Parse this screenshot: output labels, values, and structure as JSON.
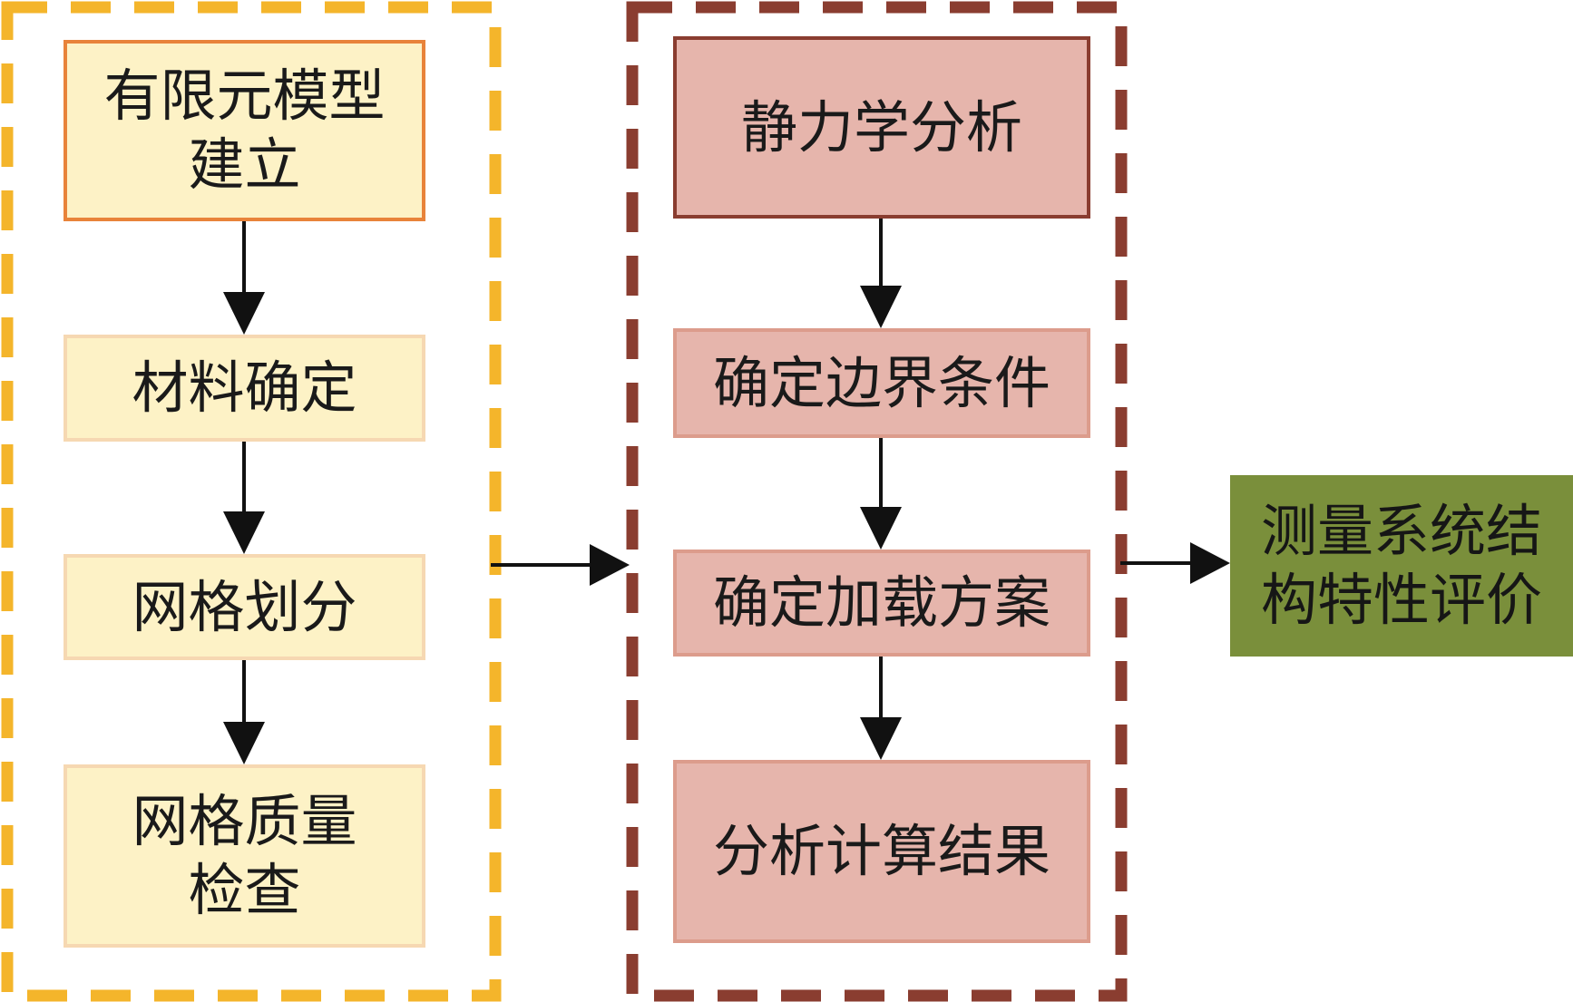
{
  "diagram": {
    "left_group": {
      "steps": [
        "有限元模型\n建立",
        "材料确定",
        "网格划分",
        "网格质量\n检查"
      ]
    },
    "middle_group": {
      "steps": [
        "静力学分析",
        "确定边界条件",
        "确定加载方案",
        "分析计算结果"
      ]
    },
    "result": "测量系统结\n构特性评价"
  },
  "colors": {
    "left_group_border": "#f4b52b",
    "middle_group_border": "#8a3d30",
    "box_yellow_fill": "#fdf2c6",
    "box_red_fill": "#e6b5ac",
    "result_fill": "#7a8f3b",
    "arrow": "#111111"
  }
}
